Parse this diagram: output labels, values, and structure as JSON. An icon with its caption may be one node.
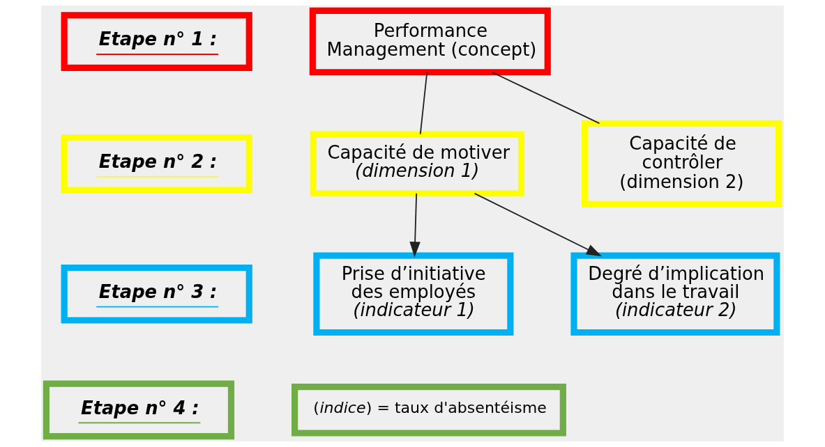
{
  "diagram": {
    "nodes": [
      {
        "text": [
          "Performance Management (concept)"
        ]
      },
      {
        "text": [
          "Etape n° 1 :"
        ]
      },
      {
        "text": [
          "Etape n° 2 :"
        ]
      },
      {
        "text": [
          "Capacité de motiver",
          "(dimension 1)"
        ]
      },
      {
        "text": [
          "Capacité de contrôler",
          "(dimension 2)"
        ]
      },
      {
        "text": [
          "Etape n° 3 :"
        ]
      },
      {
        "text": [
          "Prise d’initiative des employés",
          "(indicateur 1)"
        ]
      },
      {
        "text": [
          "Degré d’implication dans le travail",
          "(indicateur 2)"
        ]
      },
      {
        "text": [
          "Etape n° 4 :"
        ]
      },
      {
        "text": [
          "(*indice*) = taux d'absentéisme"
        ]
      }
    ],
    "edges": [
      {
        "from": 0,
        "to": 3,
        "arrow": "none"
      },
      {
        "from": 0,
        "to": 4,
        "arrow": "none"
      },
      {
        "from": 3,
        "to": 6,
        "arrow": "to"
      },
      {
        "from": 3,
        "to": 7,
        "arrow": "to"
      }
    ]
  }
}
